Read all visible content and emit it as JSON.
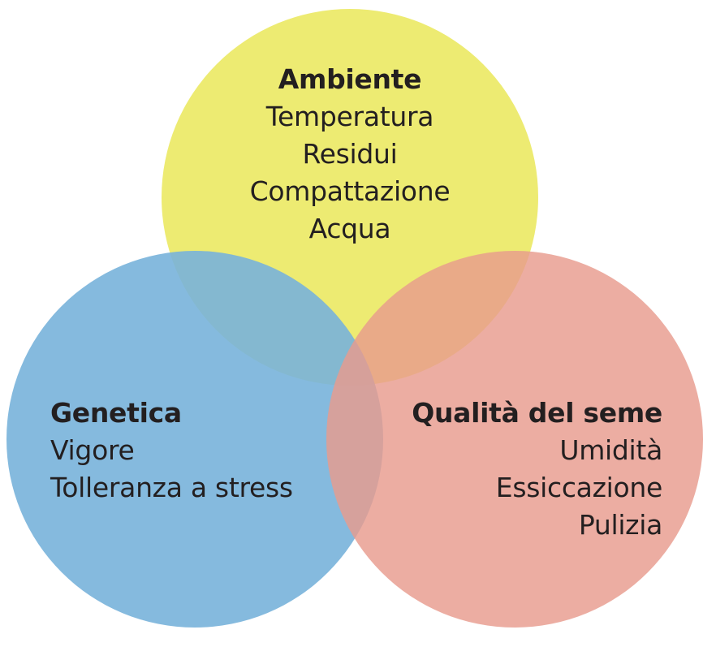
{
  "colors": {
    "ambiente": "#EDEB72",
    "genetica": "#78B2DA",
    "qualita": "#E89B8E"
  },
  "ambiente": {
    "title": "Ambiente",
    "items": [
      "Temperatura",
      "Residui",
      "Compattazione",
      "Acqua"
    ]
  },
  "genetica": {
    "title": "Genetica",
    "items": [
      "Vigore",
      "Tolleranza a stress"
    ]
  },
  "qualita": {
    "title": "Qualità del seme",
    "items": [
      "Umidità",
      "Essiccazione",
      "Pulizia"
    ]
  }
}
